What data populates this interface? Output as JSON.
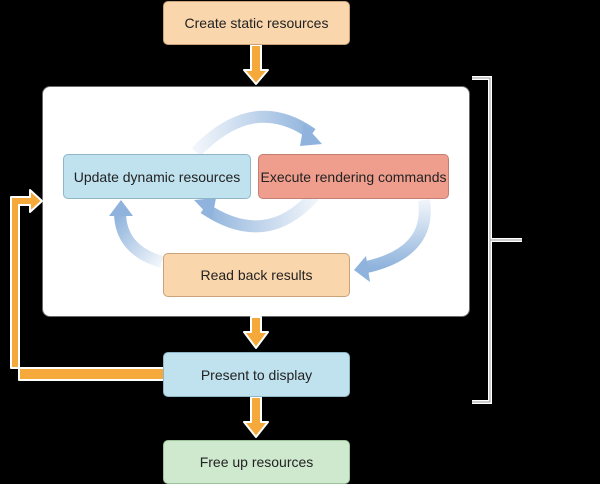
{
  "diagram": {
    "nodes": {
      "create_static": "Create static resources",
      "update_dynamic": "Update dynamic resources",
      "execute_rendering": "Execute rendering commands",
      "read_back": "Read back results",
      "present": "Present to display",
      "free_up": "Free up resources"
    },
    "colors": {
      "orange_box": "#fad6ad",
      "blue_box": "#bfe2ee",
      "red_box": "#ef9e8e",
      "green_box": "#cfe9cf",
      "flow_arrow": "#f5a93b",
      "cycle_arrow": "#8fb3dc",
      "background": "#000000",
      "panel": "#ffffff"
    }
  }
}
